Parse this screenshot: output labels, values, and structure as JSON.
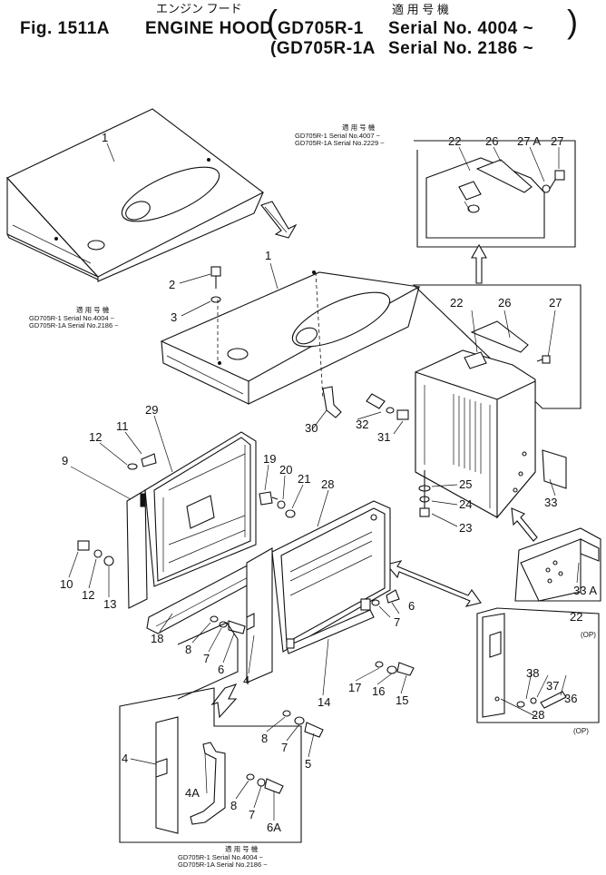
{
  "header": {
    "fig_label": "Fig. 1511A",
    "title_en": "ENGINE HOOD",
    "title_jp": "エンジン フード",
    "applicable_jp": "適 用 号 機",
    "line1_model": "GD705R-1",
    "line1_serial": "Serial No. 4004 ~",
    "line2_model": "(GD705R-1A",
    "line2_serial": "Serial No. 2186 ~",
    "open_paren": "(",
    "close_paren": ")"
  },
  "notes": {
    "top_right": {
      "jp": "適 用 号 機",
      "line1": "GD705R-1   Serial No.4007 ~",
      "line2": "GD705R-1A  Serial No.2229 ~"
    },
    "left": {
      "jp": "適 用 号 機",
      "line1": "GD705R-1   Serial No.4004 ~",
      "line2": "GD705R-1A  Serial No.2186 ~"
    },
    "bottom": {
      "jp": "適 用 号 機",
      "line1": "GD705R-1   Serial No.4004 ~",
      "line2": "GD705R-1A  Serial No.2186 ~"
    }
  },
  "option_labels": {
    "op1": "(OP)",
    "op2": "(OP)"
  },
  "part_numbers": {
    "p1a": "1",
    "p1b": "1",
    "p2": "2",
    "p3": "3",
    "p22a": "22",
    "p26a": "26",
    "p27Aa": "27 A",
    "p27a": "27",
    "p22b": "22",
    "p26b": "26",
    "p27b": "27",
    "p30": "30",
    "p32": "32",
    "p31": "31",
    "p29": "29",
    "p11": "11",
    "p12a": "12",
    "p9": "9",
    "p19": "19",
    "p20": "20",
    "p21": "21",
    "p28a": "28",
    "p25": "25",
    "p24": "24",
    "p23": "23",
    "p33": "33",
    "p10": "10",
    "p12b": "12",
    "p13": "13",
    "p18": "18",
    "p8a": "8",
    "p7a": "7",
    "p6a": "6",
    "p4a": "4",
    "p6b": "6",
    "p7b": "7",
    "p17": "17",
    "p16": "16",
    "p15": "15",
    "p14": "14",
    "p8b": "8",
    "p7c": "7",
    "p5": "5",
    "p33A": "33 A",
    "p22c": "22",
    "p38": "38",
    "p37": "37",
    "p36": "36",
    "p28b": "28",
    "p4b": "4",
    "p4A": "4A",
    "p8c": "8",
    "p7d": "7",
    "p6A": "6A"
  }
}
